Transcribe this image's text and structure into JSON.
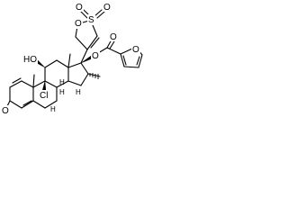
{
  "molecule": {
    "atoms": {
      "ring_oxygen": "O",
      "sulfur": "S",
      "sulfonyl_oxygen_left": "O",
      "sulfonyl_oxygen_right": "O",
      "ester_oxygen": "O",
      "carbonyl_oxygen": "O",
      "furan_oxygen": "O",
      "hydroxyl": "HO",
      "ketone_oxygen": "O",
      "chlorine": "Cl",
      "hydrogen_c14": "H",
      "hydrogen_c8": "H",
      "hydrogen_c9": "H",
      "hydrogen_c7": "H"
    }
  },
  "colors": {
    "bond": "#000000",
    "background": "#ffffff"
  }
}
